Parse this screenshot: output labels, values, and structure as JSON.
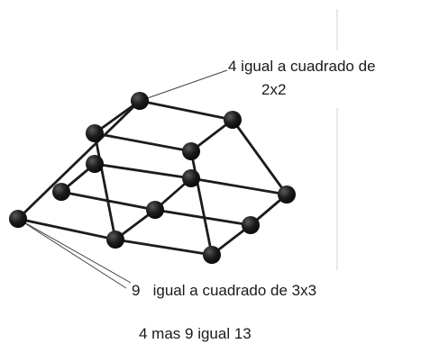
{
  "labels": {
    "top_line1": "4 igual a cuadrado de",
    "top_line2": "2x2",
    "bottom": "9   igual a cuadrado de 3x3",
    "caption": "4 mas 9 igual 13"
  },
  "colors": {
    "edge": "#1c1c1c",
    "ball": "#151515",
    "ball_highlight": "#5a5a5a",
    "leader": "#444444",
    "faint_rule": "#d8d8d8",
    "text": "#1a1a1a"
  },
  "structure": {
    "top_layer_balls": 4,
    "bottom_layer_balls": 9
  }
}
